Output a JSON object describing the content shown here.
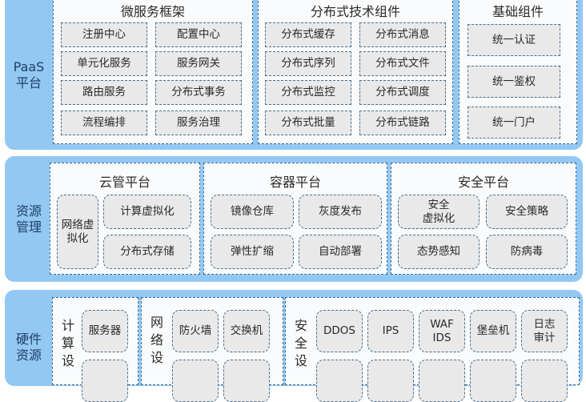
{
  "layers": {
    "paas": {
      "label": "PaaS\n平台",
      "label_line1": "PaaS",
      "label_line2": "平台",
      "panels": {
        "microservice": {
          "title": "微服务框架",
          "items": [
            "注册中心",
            "配置中心",
            "单元化服务",
            "服务网关",
            "路由服务",
            "分布式事务",
            "流程编排",
            "服务治理"
          ]
        },
        "distributed": {
          "title": "分布式技术组件",
          "items": [
            "分布式缓存",
            "分布式消息",
            "分布式序列",
            "分布式文件",
            "分布式监控",
            "分布式调度",
            "分布式批量",
            "分布式链路"
          ]
        },
        "basic": {
          "title": "基础组件",
          "items": [
            "统一认证",
            "统一鉴权",
            "统一门户"
          ]
        }
      }
    },
    "resource": {
      "label_line1": "资源",
      "label_line2": "管理",
      "panels": {
        "cloud": {
          "title": "云管平台",
          "items": [
            "网络虚\n拟化",
            "计算虚拟化",
            "分布式存储"
          ],
          "net_virt_line1": "网络虚",
          "net_virt_line2": "拟化"
        },
        "container": {
          "title": "容器平台",
          "items": [
            "镜像仓库",
            "灰度发布",
            "弹性扩缩",
            "自动部署"
          ]
        },
        "security": {
          "title": "安全平台",
          "items": [
            "安全\n虚拟化",
            "安全策略",
            "态势感知",
            "防病毒"
          ],
          "sec_virt_line1": "安全",
          "sec_virt_line2": "虚拟化"
        }
      }
    },
    "hardware": {
      "label_line1": "硬件",
      "label_line2": "资源",
      "panels": {
        "compute": {
          "vlabel": [
            "计",
            "算",
            "设"
          ],
          "items": [
            "服务器",
            ""
          ]
        },
        "network": {
          "vlabel": [
            "网",
            "络",
            "设"
          ],
          "items": [
            "防火墙",
            "交换机",
            "",
            ""
          ]
        },
        "security": {
          "vlabel": [
            "安",
            "全",
            "设"
          ],
          "items": [
            "DDOS",
            "IPS",
            "WAF\nIDS",
            "堡垒机",
            "日志\n审计",
            "",
            "",
            "",
            "",
            ""
          ],
          "waf_line1": "WAF",
          "waf_line2": "IDS",
          "log_line1": "日志",
          "log_line2": "审计"
        }
      }
    }
  },
  "colors": {
    "layer_bg": "#93c8f3",
    "panel_bg": "#fafbfc",
    "panel_border": "#2f6a98",
    "item_bg": "#e9e9ea",
    "item_border": "#4c6e8c",
    "label_text": "#1f3f63"
  }
}
